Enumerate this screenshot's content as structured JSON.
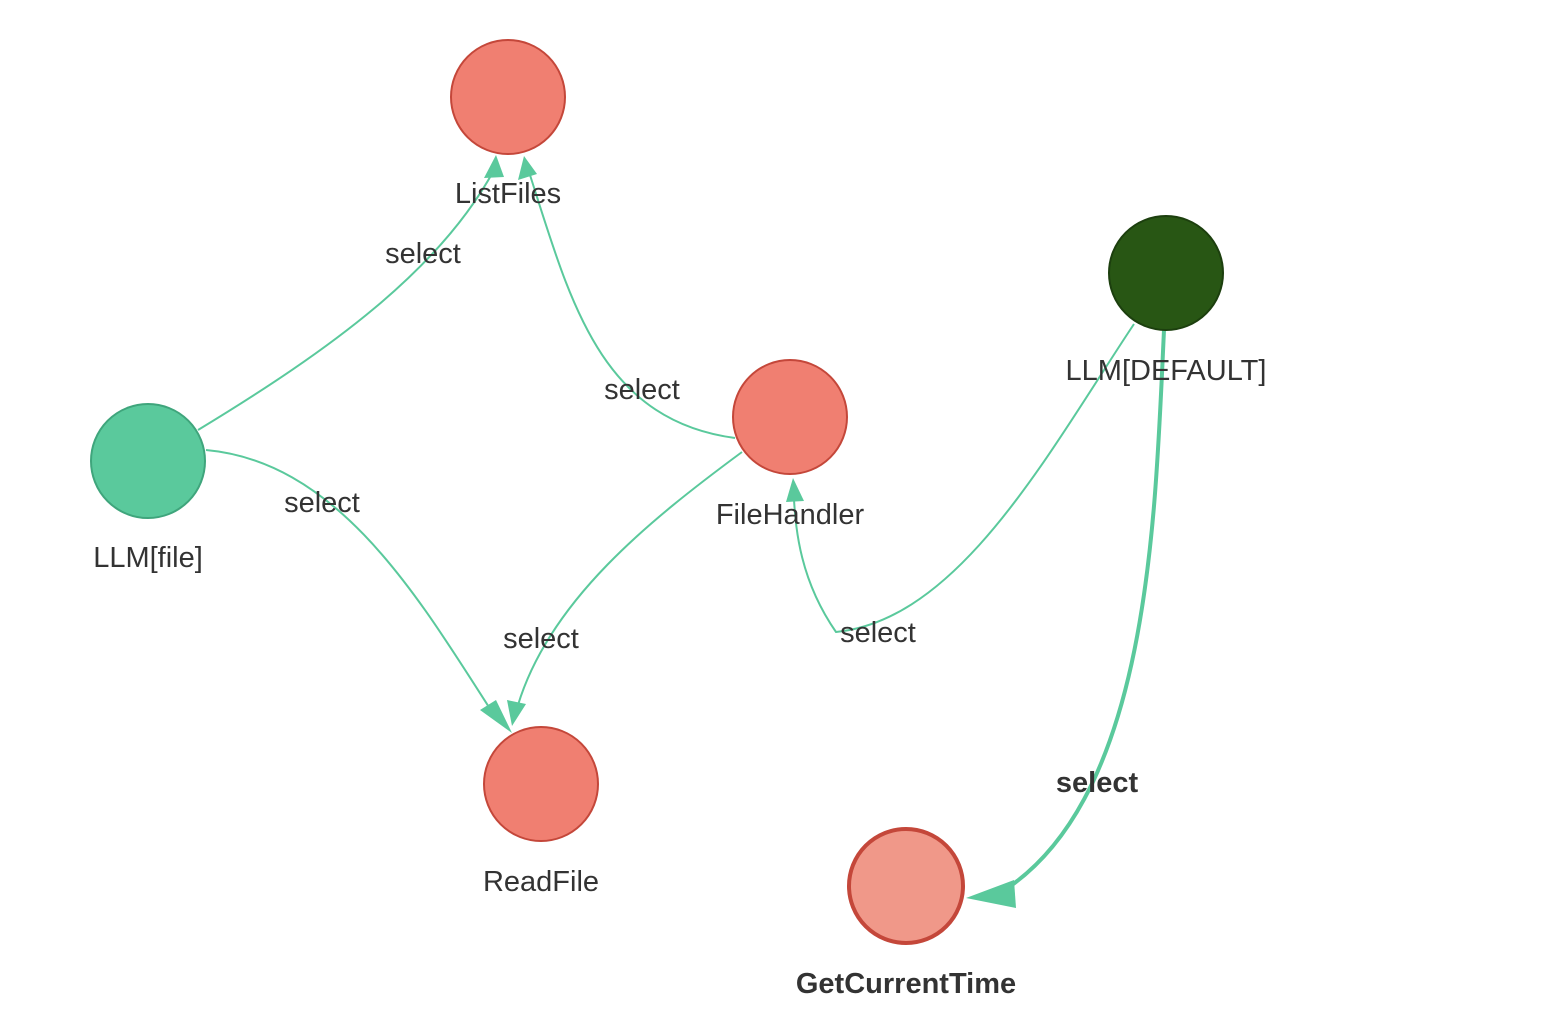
{
  "graph": {
    "nodes": [
      {
        "id": "listfiles",
        "label": "ListFiles",
        "kind": "tool",
        "fill": "#f07f71",
        "stroke": "#c4473a",
        "highlight": false
      },
      {
        "id": "llm-file",
        "label": "LLM[file]",
        "kind": "llm",
        "fill": "#5ac99c",
        "stroke": "#3fa57c",
        "highlight": false
      },
      {
        "id": "filehandler",
        "label": "FileHandler",
        "kind": "tool",
        "fill": "#f07f71",
        "stroke": "#c4473a",
        "highlight": false
      },
      {
        "id": "llm-default",
        "label": "LLM[DEFAULT]",
        "kind": "llm",
        "fill": "#285614",
        "stroke": "#1c3f0e",
        "highlight": false
      },
      {
        "id": "readfile",
        "label": "ReadFile",
        "kind": "tool",
        "fill": "#f07f71",
        "stroke": "#c4473a",
        "highlight": false
      },
      {
        "id": "getcurrenttime",
        "label": "GetCurrentTime",
        "kind": "tool",
        "fill": "#f09889",
        "stroke": "#c4473a",
        "highlight": true
      }
    ],
    "edges": [
      {
        "id": "llm-file-to-listfiles",
        "source": "llm-file",
        "target": "listfiles",
        "label": "select",
        "highlight": false
      },
      {
        "id": "llm-file-to-readfile",
        "source": "llm-file",
        "target": "readfile",
        "label": "select",
        "highlight": false
      },
      {
        "id": "filehandler-to-listfiles",
        "source": "filehandler",
        "target": "listfiles",
        "label": "select",
        "highlight": false
      },
      {
        "id": "filehandler-to-readfile",
        "source": "filehandler",
        "target": "readfile",
        "label": "select",
        "highlight": false
      },
      {
        "id": "llm-default-to-filehandler",
        "source": "llm-default",
        "target": "filehandler",
        "label": "select",
        "highlight": false
      },
      {
        "id": "llm-default-to-getcurrenttime",
        "source": "llm-default",
        "target": "getcurrenttime",
        "label": "select",
        "highlight": true
      }
    ],
    "edge_color": "#5ac99c",
    "text_color": "#333333"
  }
}
